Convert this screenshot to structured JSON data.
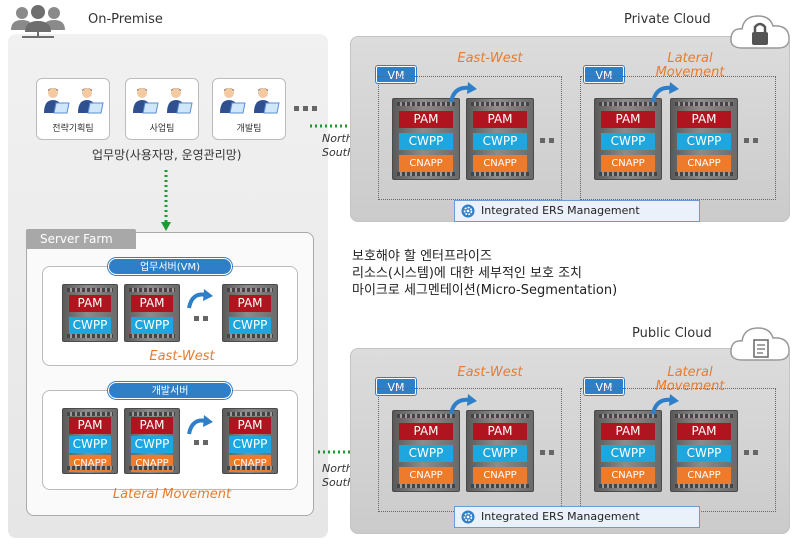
{
  "onprem": {
    "title": "On-Premise",
    "teams": [
      "전략기획팀",
      "사업팀",
      "개발팀"
    ],
    "network_label": "업무망(사용자망, 운영관리망)"
  },
  "server_farm": {
    "title": "Server Farm",
    "groups": [
      {
        "label": "업무서버(VM)",
        "caption": "East-West"
      },
      {
        "label": "개발서버",
        "caption": "Lateral Movement"
      }
    ]
  },
  "private_cloud": {
    "title": "Private Cloud",
    "vm_label": "VM",
    "east_west": "East-West",
    "lateral_line1": "Lateral",
    "lateral_line2": "Movement",
    "ers": "Integrated ERS Management"
  },
  "public_cloud": {
    "title": "Public Cloud",
    "vm_label": "VM",
    "east_west": "East-West",
    "lateral_line1": "Lateral",
    "lateral_line2": "Movement",
    "ers": "Integrated ERS Management"
  },
  "north_south": {
    "line1": "North-",
    "line2": "South"
  },
  "tags": {
    "pam": "PAM",
    "cwpp": "CWPP",
    "cnapp": "CNAPP"
  },
  "center_text": [
    "보호해야 할 엔터프라이즈",
    "리소스(시스템)에 대한 세부적인 보호 조치",
    "마이크로 세그멘테이션(Micro-Segmentation)"
  ],
  "colors": {
    "pam": "#b0141f",
    "cwpp": "#1ea6e0",
    "cnapp": "#ee7a2b",
    "vm": "#2f7fc8",
    "arrow_green": "#1a9b2e",
    "accent_orange": "#e77b2f"
  },
  "icons": [
    "users-icon",
    "person-laptop-icon",
    "cloud-lock-icon",
    "cloud-document-icon",
    "gear-icon",
    "curved-arrow-icon"
  ]
}
